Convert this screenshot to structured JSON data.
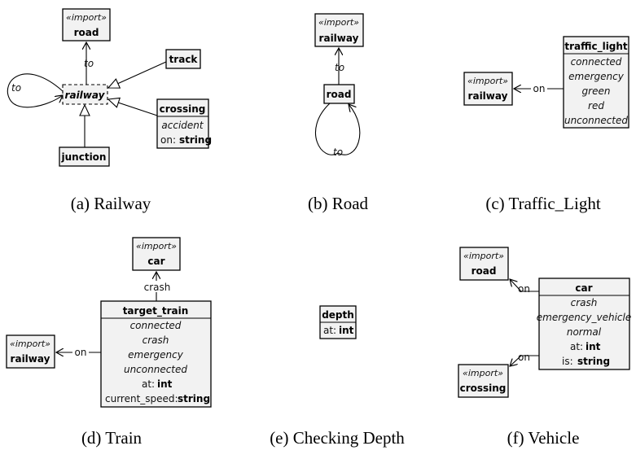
{
  "stereotype": "«import»",
  "panels": [
    {
      "caption": "(a) Railway",
      "classes": {
        "road": "road",
        "railway": "railway",
        "track": "track",
        "junction": "junction",
        "crossing": "crossing",
        "crossing_attr1": "accident",
        "crossing_attr2_name": "on:",
        "crossing_attr2_type": "string"
      },
      "labels": {
        "to_up": "to",
        "to_self": "to"
      }
    },
    {
      "caption": "(b) Road",
      "classes": {
        "railway": "railway",
        "road": "road"
      },
      "labels": {
        "to_up": "to",
        "to_self": "to"
      }
    },
    {
      "caption": "(c) Traffic_Light",
      "classes": {
        "railway": "railway",
        "traffic_light": "traffic_light",
        "literals": [
          "connected",
          "emergency",
          "green",
          "red",
          "unconnected"
        ]
      },
      "labels": {
        "on": "on"
      }
    },
    {
      "caption": "(d) Train",
      "classes": {
        "car": "car",
        "railway": "railway",
        "target_train": "target_train",
        "literals": [
          "connected",
          "crash",
          "emergency",
          "unconnected"
        ],
        "attr1_name": "at:",
        "attr1_type": "int",
        "attr2_name": "current_speed:",
        "attr2_type": "string"
      },
      "labels": {
        "crash": "crash",
        "on": "on"
      }
    },
    {
      "caption": "(e) Checking Depth",
      "classes": {
        "depth": "depth",
        "attr_name": "at:",
        "attr_type": "int"
      }
    },
    {
      "caption": "(f) Vehicle",
      "classes": {
        "road": "road",
        "crossing": "crossing",
        "car": "car",
        "literals": [
          "crash",
          "emergency_vehicle",
          "normal"
        ],
        "attr1_name": "at:",
        "attr1_type": "int",
        "attr2_name": "is:",
        "attr2_type": "string"
      },
      "labels": {
        "on_top": "on",
        "on_bottom": "on"
      }
    }
  ]
}
